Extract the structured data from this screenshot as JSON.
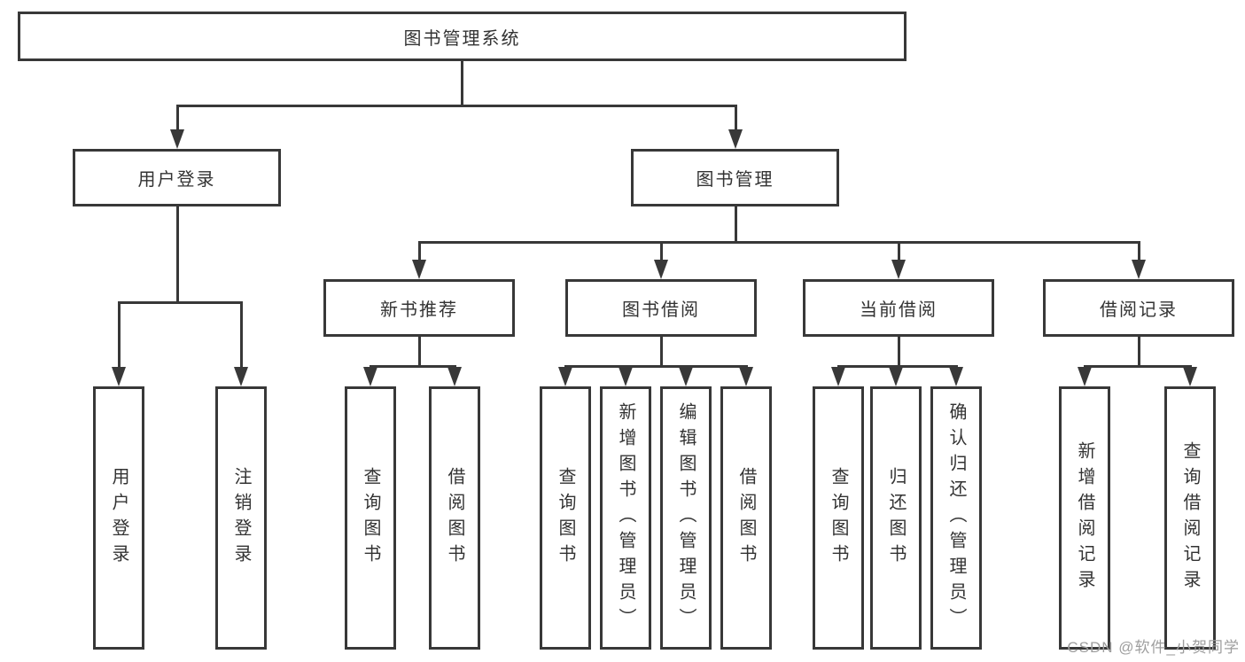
{
  "tree": {
    "root": {
      "label": "图书管理系统",
      "children": [
        {
          "label": "用户登录",
          "children": [
            {
              "label": "用户登录"
            },
            {
              "label": "注销登录"
            }
          ]
        },
        {
          "label": "图书管理",
          "children": [
            {
              "label": "新书推荐",
              "children": [
                {
                  "label": "查询图书"
                },
                {
                  "label": "借阅图书"
                }
              ]
            },
            {
              "label": "图书借阅",
              "children": [
                {
                  "label": "查询图书"
                },
                {
                  "label": "新增图书（管理员）"
                },
                {
                  "label": "编辑图书（管理员）"
                },
                {
                  "label": "借阅图书"
                }
              ]
            },
            {
              "label": "当前借阅",
              "children": [
                {
                  "label": "查询图书"
                },
                {
                  "label": "归还图书"
                },
                {
                  "label": "确认归还（管理员）"
                }
              ]
            },
            {
              "label": "借阅记录",
              "children": [
                {
                  "label": "新增借阅记录"
                },
                {
                  "label": "查询借阅记录"
                }
              ]
            }
          ]
        }
      ]
    }
  },
  "colors": {
    "line": "#383838",
    "text": "#333333",
    "watermark": "#9e9e9e",
    "background": "#ffffff"
  },
  "watermark": {
    "text": "CSDN @软件_小贺同学"
  }
}
